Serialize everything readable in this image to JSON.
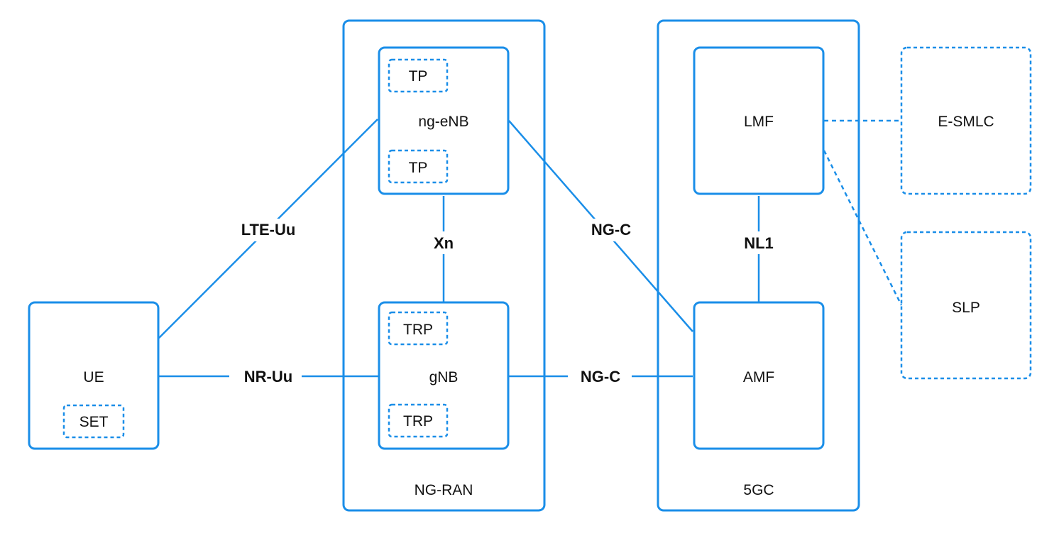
{
  "colors": {
    "accent": "#1a8ee8",
    "text": "#111111"
  },
  "groups": {
    "ngran": "NG-RAN",
    "core": "5GC"
  },
  "nodes": {
    "ue": "UE",
    "set": "SET",
    "ng_enb": "ng-eNB",
    "tp_top": "TP",
    "tp_bottom": "TP",
    "gnb": "gNB",
    "trp_top": "TRP",
    "trp_bottom": "TRP",
    "lmf": "LMF",
    "amf": "AMF",
    "esmlc": "E-SMLC",
    "slp": "SLP"
  },
  "edges": {
    "lte_uu": "LTE-Uu",
    "nr_uu": "NR-Uu",
    "xn": "Xn",
    "ng_c_upper": "NG-C",
    "ng_c_lower": "NG-C",
    "nl1": "NL1"
  }
}
